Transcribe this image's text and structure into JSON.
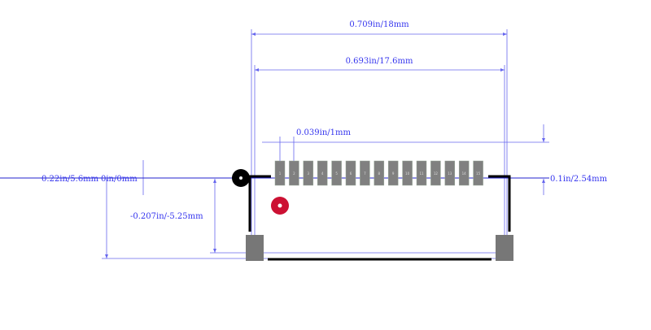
{
  "dimensions": {
    "overall_width": "0.709in/18mm",
    "inner_width": "0.693in/17.6mm",
    "pitch": "0.039in/1mm",
    "height_total": "0.22in/5.6mm",
    "origin": "0in/0mm",
    "mount_offset": "-0.207in/-5.25mm",
    "pad_height": "0.1in/2.54mm"
  },
  "pads": [
    "1",
    "2",
    "3",
    "4",
    "5",
    "6",
    "7",
    "8",
    "9",
    "10",
    "11",
    "12",
    "13",
    "14",
    "15"
  ],
  "colors": {
    "dimension": "#3333ee",
    "pad": "#808080",
    "pin1_marker": "#cc1133",
    "outline": "#000000"
  }
}
